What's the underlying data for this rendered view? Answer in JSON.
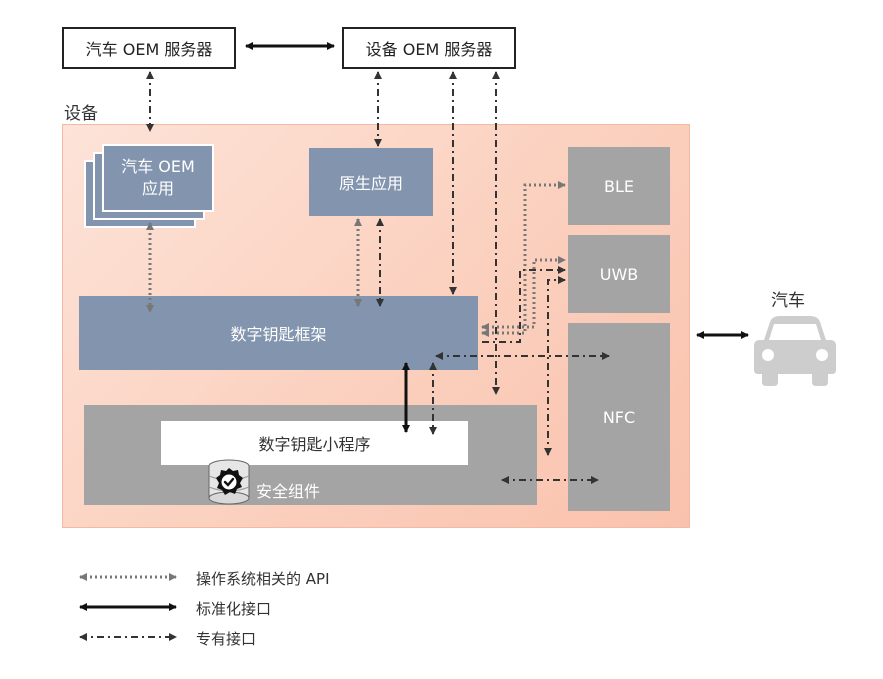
{
  "servers": {
    "car_oem": "汽车 OEM 服务器",
    "device_oem": "设备 OEM 服务器"
  },
  "device": {
    "title": "设备",
    "car_oem_app": [
      "汽车 OEM",
      "应用"
    ],
    "native_app": "原生应用",
    "framework": "数字钥匙框架",
    "applet": "数字钥匙小程序",
    "secure_element": "安全组件"
  },
  "radios": {
    "ble": "BLE",
    "uwb": "UWB",
    "nfc": "NFC"
  },
  "car": {
    "label": "汽车",
    "icon": "car-icon"
  },
  "icons": {
    "secure_element": "shield-check-icon"
  },
  "legend": {
    "os_api": "操作系统相关的 API",
    "standard": "标准化接口",
    "proprietary": "专有接口"
  },
  "colors": {
    "device_bg": "#fbd0be",
    "blue_block": "#8294ae",
    "gray_block": "#a4a4a4",
    "dotted_arrow": "#777777",
    "solid_arrow": "#111111",
    "dashdot_arrow": "#333333"
  }
}
